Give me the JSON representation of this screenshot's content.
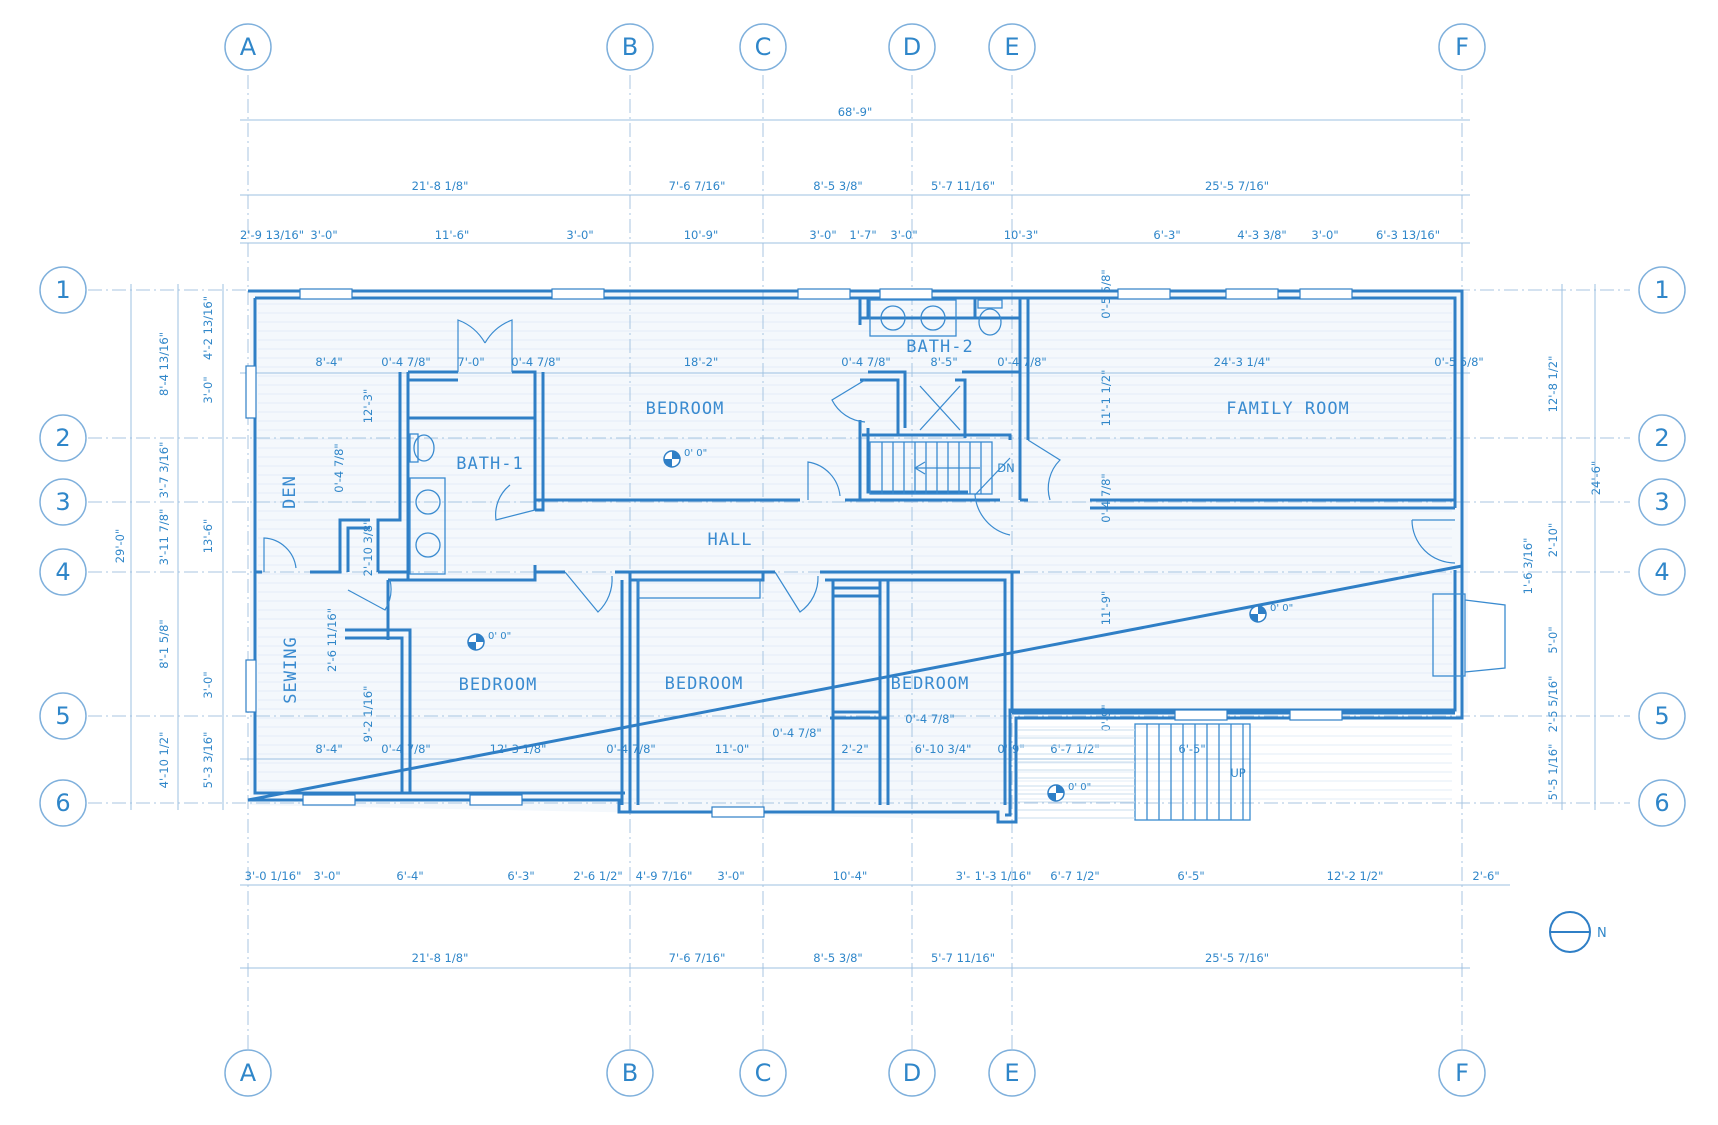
{
  "grid": {
    "columns": [
      "A",
      "B",
      "C",
      "D",
      "E",
      "F"
    ],
    "rows": [
      "1",
      "2",
      "3",
      "4",
      "5",
      "6"
    ]
  },
  "rooms": {
    "bedroom_main": "BEDROOM",
    "bath1": "BATH-1",
    "bath2": "BATH-2",
    "family": "FAMILY ROOM",
    "den": "DEN",
    "hall": "HALL",
    "sewing": "SEWING",
    "bedroom_sw": "BEDROOM",
    "bedroom_s1": "BEDROOM",
    "bedroom_s2": "BEDROOM"
  },
  "stairs": {
    "down": "DN",
    "up": "UP"
  },
  "elevation_marker": "0' 0\"",
  "north": "N",
  "dims": {
    "overall_top": "68'-9\"",
    "top_segments": [
      "21'-8 1/8\"",
      "7'-6 7/16\"",
      "8'-5 3/8\"",
      "5'-7 11/16\"",
      "25'-5 7/16\""
    ],
    "top_openings": [
      "2'-9 13/16\"",
      "3'-0\"",
      "11'-6\"",
      "3'-0\"",
      "10'-9\"",
      "3'-0\"",
      "1'-7\"",
      "3'-0\"",
      "10'-3\"",
      "6'-3\"",
      "4'-3 3/8\"",
      "3'-0\"",
      "6'-3 13/16\""
    ],
    "bottom_openings": [
      "3'-0 1/16\"",
      "3'-0\"",
      "6'-4\"",
      "6'-3\"",
      "2'-6 1/2\"",
      "4'-9 7/16\"",
      "3'-0\"",
      "10'-4\"",
      "3'-",
      "1'-3 1/16\"",
      "6'-7 1/2\"",
      "6'-5\"",
      "12'-2 1/2\"",
      "2'-6\""
    ],
    "bottom_segments": [
      "21'-8 1/8\"",
      "7'-6 7/16\"",
      "8'-5 3/8\"",
      "5'-7 11/16\"",
      "25'-5 7/16\""
    ],
    "left_overall": "29'-0\"",
    "left_segments": [
      "8'-4 13/16\"",
      "3'-7 3/16\"",
      "3'-11 7/8\"",
      "8'-1 5/8\"",
      "4'-10 1/2\""
    ],
    "left_openings": [
      "4'-2 13/16\"",
      "3'-0\"",
      "13'-6\"",
      "3'-0\"",
      "5'-3 3/16\""
    ],
    "right_overall": "24'-6\"",
    "right_segments": [
      "12'-8 1/2\"",
      "2'-10\"",
      "1'-6 3/16\"",
      "5'-0\"",
      "2'-5 5/16\"",
      "5'-5 1/16\""
    ],
    "row2_interior": [
      "8'-4\"",
      "0'-4 7/8\"",
      "7'-0\"",
      "0'-4 7/8\"",
      "18'-2\"",
      "0'-4 7/8\"",
      "8'-5\"",
      "0'-4 7/8\"",
      "24'-3 1/4\"",
      "0'-5 5/8\""
    ],
    "row6_interior": [
      "8'-4\"",
      "0'-4 7/8\"",
      "12'-3 1/8\"",
      "0'-4 7/8\"",
      "11'-0\"",
      "0'-4 7/8\"",
      "2'-2\"",
      "0'-4 7/8\"",
      "6'-10 3/4\"",
      "0'-9\"",
      "6'-7 1/2\"",
      "6'-5\""
    ],
    "vertical_interior": [
      "12'-3\"",
      "0'-4 7/8\"",
      "2'-10 3/8\"",
      "2'-6 11/16\"",
      "9'-2 1/16\"",
      "0'-5 5/8\"",
      "11'-1 1/2\"",
      "0'-4 7/8\"",
      "11'-9\"",
      "0'-9\""
    ]
  },
  "colors": {
    "line": "#2f7fc6",
    "text": "#2f86c9",
    "grid": "#a9c6e2"
  }
}
